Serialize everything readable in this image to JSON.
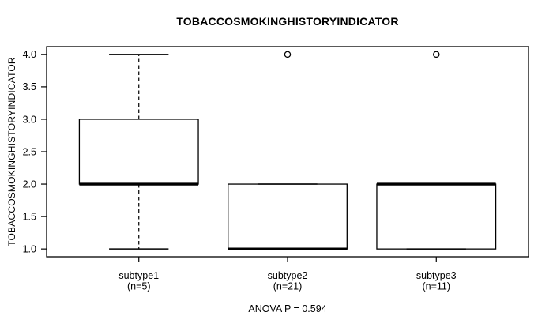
{
  "window": {
    "background": "#ffffff"
  },
  "chart_data": {
    "type": "boxplot",
    "title": "TOBACCOSMOKINGHISTORYINDICATOR",
    "ylabel": "TOBACCOSMOKINGHISTORYINDICATOR",
    "xlabel": "",
    "footer": "ANOVA P = 0.594",
    "anova_p": 0.594,
    "ylim": [
      0.88,
      4.12
    ],
    "xlim": [
      0.38,
      3.62
    ],
    "grid": false,
    "frame": true,
    "legend": null,
    "yticks": [
      {
        "v": 1.0,
        "label": "1.0"
      },
      {
        "v": 1.5,
        "label": "1.5"
      },
      {
        "v": 2.0,
        "label": "2.0"
      },
      {
        "v": 2.5,
        "label": "2.5"
      },
      {
        "v": 3.0,
        "label": "3.0"
      },
      {
        "v": 3.5,
        "label": "3.5"
      },
      {
        "v": 4.0,
        "label": "4.0"
      }
    ],
    "colors": {
      "stroke": "#000000",
      "background": "#ffffff",
      "text": "#000000"
    },
    "groups": [
      {
        "label": "subtype1",
        "sublabel": "(n=5)",
        "n": 5,
        "q1": 2.0,
        "median": 2.0,
        "q3": 3.0,
        "whisker_low": 1.0,
        "whisker_high": 4.0,
        "outliers": []
      },
      {
        "label": "subtype2",
        "sublabel": "(n=21)",
        "n": 21,
        "q1": 1.0,
        "median": 1.0,
        "q3": 2.0,
        "whisker_low": 1.0,
        "whisker_high": 2.0,
        "outliers": [
          4.0
        ]
      },
      {
        "label": "subtype3",
        "sublabel": "(n=11)",
        "n": 11,
        "q1": 1.0,
        "median": 2.0,
        "q3": 2.0,
        "whisker_low": 1.0,
        "whisker_high": 2.0,
        "outliers": [
          4.0
        ]
      }
    ]
  }
}
